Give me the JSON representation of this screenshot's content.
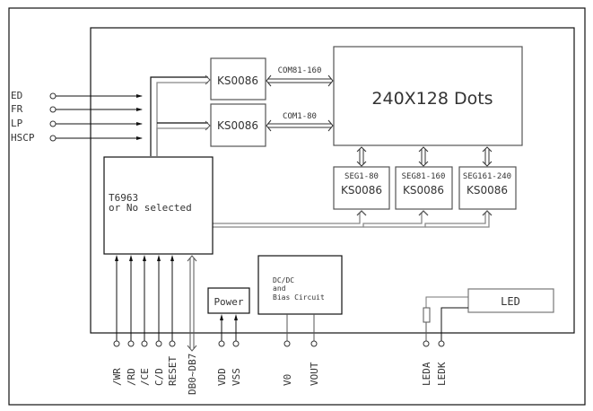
{
  "diagram": {
    "title": "LCD module block diagram",
    "controller": {
      "line1": "T6963",
      "line2": "or No selected"
    },
    "com_drivers": [
      {
        "name": "KS0086",
        "bus_label": "COM81-160"
      },
      {
        "name": "KS0086",
        "bus_label": "COM1-80"
      }
    ],
    "display": {
      "label": "240X128 Dots"
    },
    "seg_drivers": [
      {
        "range": "SEG1-80",
        "name": "KS0086"
      },
      {
        "range": "SEG81-160",
        "name": "KS0086"
      },
      {
        "range": "SEG161-240",
        "name": "KS0086"
      }
    ],
    "left_signals": [
      "ED",
      "FR",
      "LP",
      "HSCP"
    ],
    "bottom_control_pins": [
      "/WR",
      "/RD",
      "/CE",
      "C/D",
      "RESET"
    ],
    "data_bus_pin": "DB0~DB7",
    "power": {
      "label": "Power",
      "pins": [
        "VDD",
        "VSS"
      ]
    },
    "dcdc": {
      "line1": "DC/DC",
      "line2": "and",
      "line3": "Bias Circuit",
      "pins": [
        "V0",
        "VOUT"
      ]
    },
    "led": {
      "label": "LED",
      "pins": [
        "LEDA",
        "LEDK"
      ]
    }
  }
}
